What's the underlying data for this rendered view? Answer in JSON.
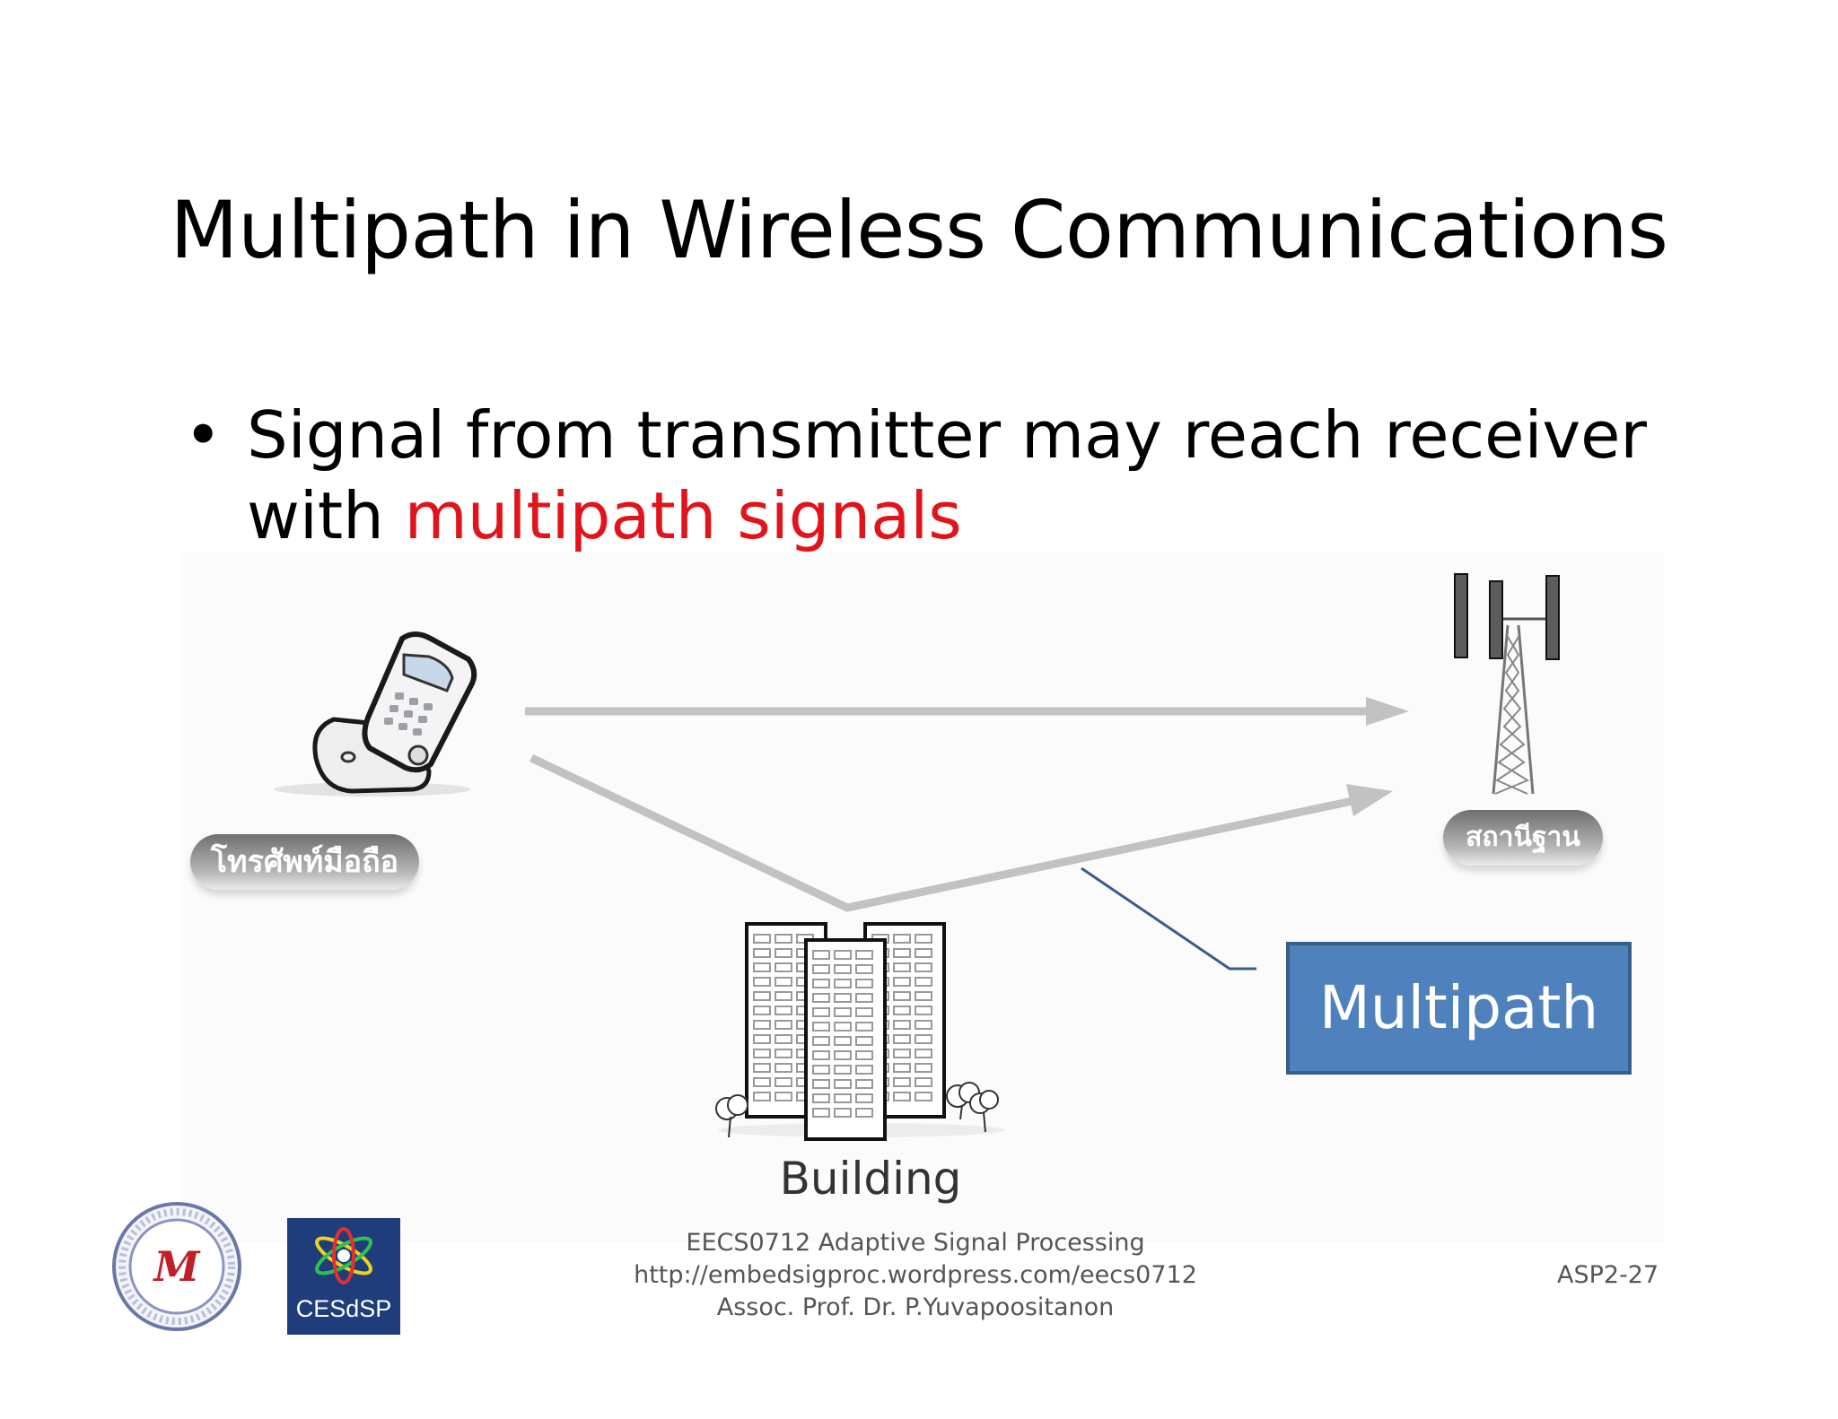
{
  "slide": {
    "title": "Multipath in Wireless Communications",
    "bullet": {
      "marker": "•",
      "text_plain": "Signal from transmitter may reach receiver with ",
      "text_highlight": "multipath signals",
      "highlight_color": "#e0141a"
    }
  },
  "diagram": {
    "phone_label": "โทรศัพท์มือถือ",
    "base_station_label": "สถานีฐาน",
    "building_label": "Building",
    "callout_label": "Multipath",
    "callout_color": "#4f81bd",
    "arrow_color": "#c2c2c2"
  },
  "footer": {
    "course": "EECS0712 Adaptive Signal Processing",
    "url": "http://embedsigproc.wordpress.com/eecs0712",
    "author": "Assoc. Prof. Dr. P.Yuvapoositanon",
    "slide_number": "ASP2-27"
  },
  "logos": {
    "left_logo_text": "M",
    "right_logo_text": "CESdSP"
  }
}
